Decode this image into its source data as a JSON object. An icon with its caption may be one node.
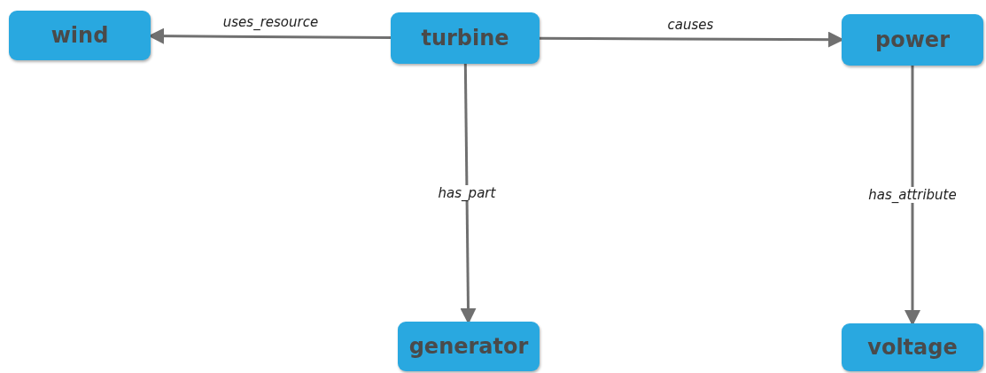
{
  "diagram": {
    "nodes": [
      {
        "text": [
          "wind"
        ]
      },
      {
        "text": [
          "turbine"
        ]
      },
      {
        "text": [
          "power"
        ]
      },
      {
        "text": [
          "generator"
        ]
      },
      {
        "text": [
          "voltage"
        ]
      }
    ],
    "edges": [
      {
        "from": 1,
        "to": 0,
        "arrow": "to",
        "label": "uses_resource"
      },
      {
        "from": 1,
        "to": 2,
        "arrow": "to",
        "label": "causes"
      },
      {
        "from": 1,
        "to": 3,
        "arrow": "to",
        "label": "has_part"
      },
      {
        "from": 2,
        "to": 4,
        "arrow": "to",
        "label": "has_attribute"
      }
    ]
  }
}
